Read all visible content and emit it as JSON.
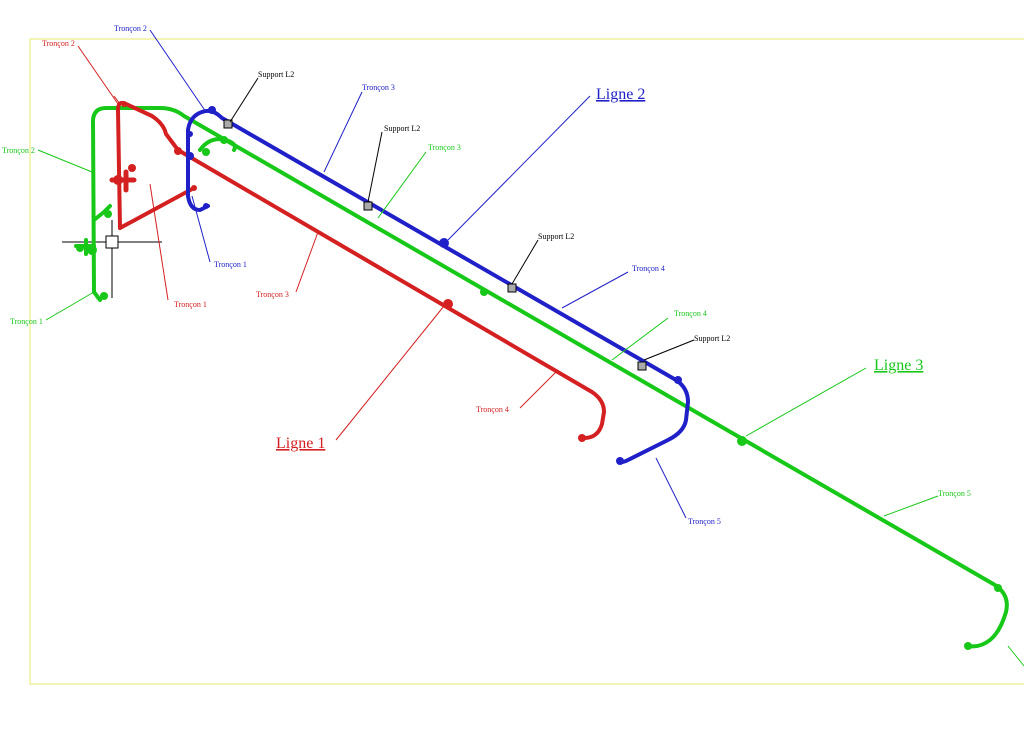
{
  "colors": {
    "frame": "#e8e86a",
    "line1": "#d42020",
    "line2": "#2020c8",
    "line3": "#18c818",
    "support": "#000000",
    "crosshair": "#000000"
  },
  "labels": {
    "line1": {
      "ligne": "Ligne 1",
      "troncon1": "Tronçon 1",
      "troncon2": "Tronçon 2",
      "troncon3": "Tronçon 3",
      "troncon4": "Tronçon 4"
    },
    "line2": {
      "ligne": "Ligne 2",
      "troncon1": "Tronçon 1",
      "troncon2": "Tronçon 2",
      "troncon3": "Tronçon 3",
      "troncon4": "Tronçon 4",
      "troncon5": "Tronçon 5"
    },
    "line3": {
      "ligne": "Ligne 3",
      "troncon1": "Tronçon 1",
      "troncon2": "Tronçon 2",
      "troncon3": "Tronçon 3",
      "troncon4": "Tronçon 4",
      "troncon5": "Tronçon 5"
    },
    "supports": [
      "Support L2",
      "Support L2",
      "Support L2",
      "Support L2"
    ]
  }
}
